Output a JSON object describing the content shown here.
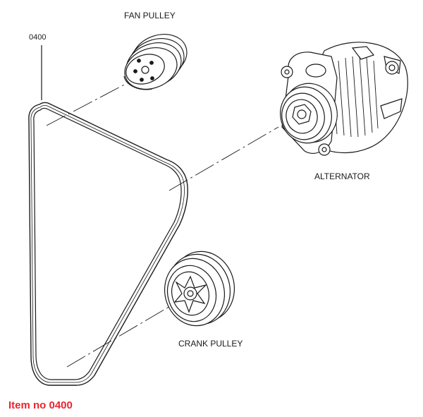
{
  "diagram": {
    "part_number": "0400",
    "labels": {
      "fan_pulley": "FAN PULLEY",
      "alternator": "ALTERNATOR",
      "crank_pulley": "CRANK PULLEY"
    },
    "footer": "Item no 0400",
    "colors": {
      "line": "#1a1a1a",
      "footer_text": "#e8262e",
      "background": "#ffffff"
    }
  }
}
